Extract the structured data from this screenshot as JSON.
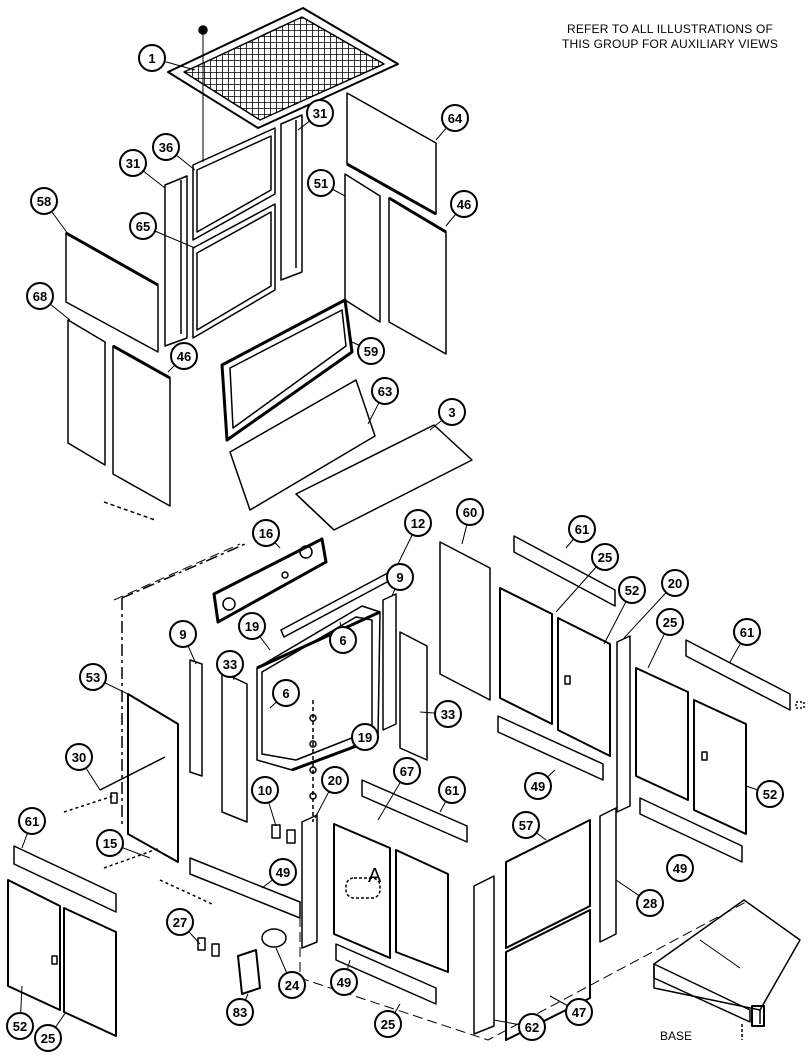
{
  "note": {
    "line1": "REFER TO ALL ILLUSTRATIONS OF",
    "line2": "THIS GROUP FOR AUXILIARY VIEWS"
  },
  "base_label": "BASE",
  "view_marker": "A",
  "callouts": [
    {
      "id": "c1",
      "label": "1"
    },
    {
      "id": "c36",
      "label": "36"
    },
    {
      "id": "c31a",
      "label": "31"
    },
    {
      "id": "c31b",
      "label": "31"
    },
    {
      "id": "c64",
      "label": "64"
    },
    {
      "id": "c51",
      "label": "51"
    },
    {
      "id": "c46a",
      "label": "46"
    },
    {
      "id": "c58",
      "label": "58"
    },
    {
      "id": "c65",
      "label": "65"
    },
    {
      "id": "c68",
      "label": "68"
    },
    {
      "id": "c46b",
      "label": "46"
    },
    {
      "id": "c59",
      "label": "59"
    },
    {
      "id": "c63",
      "label": "63"
    },
    {
      "id": "c3",
      "label": "3"
    },
    {
      "id": "c16",
      "label": "16"
    },
    {
      "id": "c12",
      "label": "12"
    },
    {
      "id": "c60",
      "label": "60"
    },
    {
      "id": "c61a",
      "label": "61"
    },
    {
      "id": "c25a",
      "label": "25"
    },
    {
      "id": "c9a",
      "label": "9"
    },
    {
      "id": "c52a",
      "label": "52"
    },
    {
      "id": "c20a",
      "label": "20"
    },
    {
      "id": "c19a",
      "label": "19"
    },
    {
      "id": "c6a",
      "label": "6"
    },
    {
      "id": "c25b",
      "label": "25"
    },
    {
      "id": "c61b",
      "label": "61"
    },
    {
      "id": "c9b",
      "label": "9"
    },
    {
      "id": "c33a",
      "label": "33"
    },
    {
      "id": "c53",
      "label": "53"
    },
    {
      "id": "c6b",
      "label": "6"
    },
    {
      "id": "c33b",
      "label": "33"
    },
    {
      "id": "c19b",
      "label": "19"
    },
    {
      "id": "c49a",
      "label": "49"
    },
    {
      "id": "c30",
      "label": "30"
    },
    {
      "id": "c52b",
      "label": "52"
    },
    {
      "id": "c10",
      "label": "10"
    },
    {
      "id": "c20b",
      "label": "20"
    },
    {
      "id": "c67",
      "label": "67"
    },
    {
      "id": "c61c",
      "label": "61"
    },
    {
      "id": "c61d",
      "label": "61"
    },
    {
      "id": "c15",
      "label": "15"
    },
    {
      "id": "c57",
      "label": "57"
    },
    {
      "id": "c49b",
      "label": "49"
    },
    {
      "id": "c49c",
      "label": "49"
    },
    {
      "id": "c28",
      "label": "28"
    },
    {
      "id": "c27",
      "label": "27"
    },
    {
      "id": "c24",
      "label": "24"
    },
    {
      "id": "c83",
      "label": "83"
    },
    {
      "id": "c49d",
      "label": "49"
    },
    {
      "id": "c25c",
      "label": "25"
    },
    {
      "id": "c62",
      "label": "62"
    },
    {
      "id": "c47",
      "label": "47"
    },
    {
      "id": "c52c",
      "label": "52"
    },
    {
      "id": "c25d",
      "label": "25"
    }
  ]
}
